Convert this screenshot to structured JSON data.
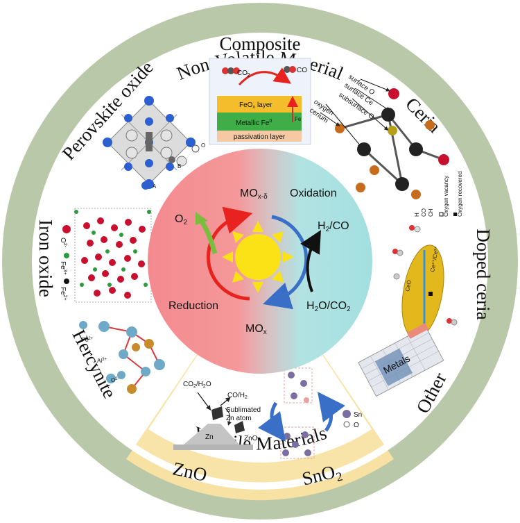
{
  "outer_ring": {
    "top_label": "Non-Volatile Material",
    "bottom_label": "Volatile Materials"
  },
  "segments": {
    "composite": "Composite",
    "ceria": "Ceria",
    "doped_ceria": "Doped ceria",
    "other": "Other",
    "sno2": "SnO",
    "sno2_sub": "2",
    "zno": "ZnO",
    "hercynite": "Hercynite",
    "iron_oxide": "Iron oxide",
    "perovskite": "Perovskite oxide"
  },
  "composite_inset": {
    "co2": "CO",
    "co2_sub": "2",
    "co": "CO",
    "feox_layer": "FeO",
    "feox_sub": "x",
    "feox_tail": "layer",
    "fe": "Fe",
    "metallic": "Metallic Fe",
    "metallic_sup": "0",
    "passivation": "passivation layer"
  },
  "ceria_inset": {
    "surface_o": "surface O",
    "surface_ce": "surface Ce",
    "subsurface_o": "subsurface O",
    "oxygen": "oxygen",
    "cerium": "cerium"
  },
  "doped_ceria_inset": {
    "vacancy": "Oxygen vacancy",
    "recovered": "Oxygen recovered",
    "h2": "H",
    "co": "CO",
    "ch4": "CH",
    "ceo2": "CeO",
    "ce_label": "Ce⁴⁺/Ce³⁺"
  },
  "other_inset": {
    "metals": "Metals"
  },
  "iron_oxide_legend": {
    "o2": "O",
    "o2_sup": "2-",
    "fe3": "Fe",
    "fe3_sup": "3+",
    "fe2": "Fe",
    "fe2_sup": "2+"
  },
  "perovskite_legend": {
    "a": "A",
    "b": "B",
    "o": "O"
  },
  "hercynite_legend": {
    "fe": "Fe",
    "fe_sup": "2+",
    "al": "Al",
    "al_sup": "3+",
    "o": "O",
    "o_sup": "2-"
  },
  "zno_inset": {
    "co2h2o": "CO",
    "co2h2o_sub": "2",
    "co2h2o_tail": "/H",
    "co2h2o_sub2": "2",
    "co2h2o_tail2": "O",
    "coh2": "CO/H",
    "coh2_sub": "2",
    "sublimated": "Sublimated",
    "zn_atom": "Zn atom",
    "zn": "Zn",
    "zno": "ZnO"
  },
  "sno2_inset": {
    "sn": "Sn",
    "o": "O"
  },
  "center": {
    "mox_delta": "MO",
    "mox_delta_sub": "x-δ",
    "oxidation": "Oxidation",
    "o2": "O",
    "o2_sub": "2",
    "h2co": "H",
    "h2co_sub": "2",
    "h2co_tail": "/CO",
    "reduction": "Reduction",
    "h2oco2": "H",
    "h2oco2_sub": "2",
    "h2oco2_tail": "O/CO",
    "h2oco2_sub2": "2",
    "mox": "MO",
    "mox_sub": "x"
  },
  "colors": {
    "ring_green": "#b7c6a6",
    "ring_yellow": "#f8e3a6",
    "reduction_red": "#f0838a",
    "oxidation_cyan": "#a8e2e2",
    "sun_yellow": "#fbe216"
  }
}
